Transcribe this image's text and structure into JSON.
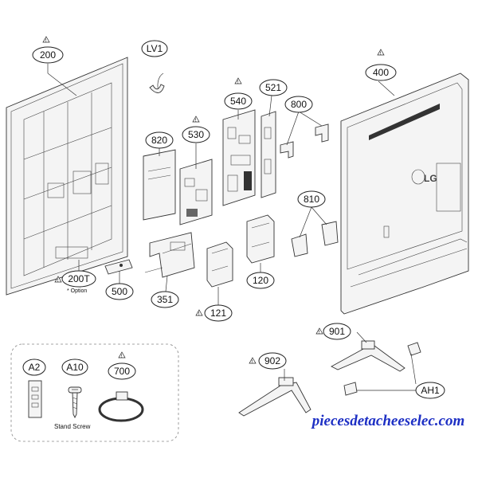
{
  "parts": [
    {
      "id": "p200",
      "label": "200"
    },
    {
      "id": "pLV1",
      "label": "LV1"
    },
    {
      "id": "p540",
      "label": "540"
    },
    {
      "id": "p521",
      "label": "521"
    },
    {
      "id": "p800",
      "label": "800"
    },
    {
      "id": "p400",
      "label": "400"
    },
    {
      "id": "p820",
      "label": "820"
    },
    {
      "id": "p530",
      "label": "530"
    },
    {
      "id": "p810",
      "label": "810"
    },
    {
      "id": "p200T",
      "label": "200T"
    },
    {
      "id": "p500",
      "label": "500"
    },
    {
      "id": "p351",
      "label": "351"
    },
    {
      "id": "p121",
      "label": "121"
    },
    {
      "id": "p120",
      "label": "120"
    },
    {
      "id": "p901",
      "label": "901"
    },
    {
      "id": "p902",
      "label": "902"
    },
    {
      "id": "pAH1",
      "label": "AH1"
    },
    {
      "id": "pA2",
      "label": "A2"
    },
    {
      "id": "pA10",
      "label": "A10"
    },
    {
      "id": "p700",
      "label": "700"
    }
  ],
  "notes": {
    "option": "* Option",
    "stand_screw": "Stand Screw",
    "brand_logo": "LG"
  },
  "watermark": "piecesdetacheeselec.com"
}
